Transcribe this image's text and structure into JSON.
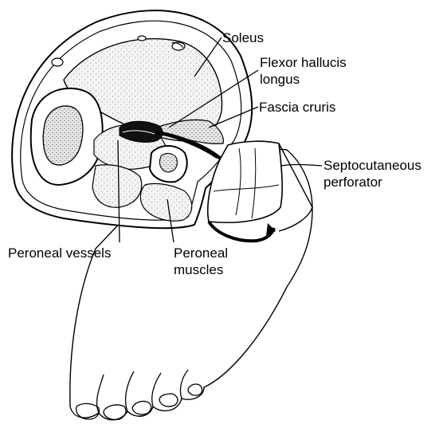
{
  "labels": {
    "soleus": "Soleus",
    "flexor_hallucis_longus": [
      "Flexor hallucis",
      "longus"
    ],
    "fascia_cruris": "Fascia cruris",
    "septocutaneous_perforator": [
      "Septocutaneous",
      "perforator"
    ],
    "peroneal_vessels": "Peroneal vessels",
    "peroneal_muscles": [
      "Peroneal",
      "muscles"
    ]
  },
  "colors": {
    "ink": "#000000",
    "stipple": "#555555",
    "paper": "#ffffff"
  }
}
